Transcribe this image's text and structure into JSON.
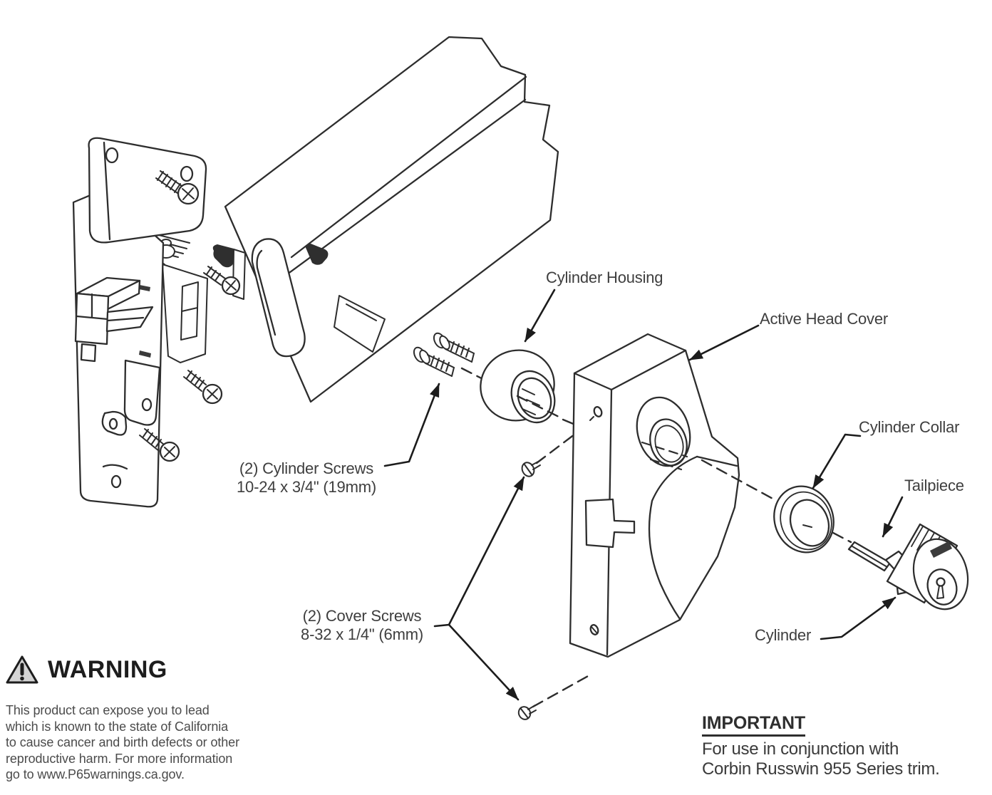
{
  "diagram": {
    "title": "Exit device cylinder exploded view",
    "labels": {
      "cylinder_housing": "Cylinder Housing",
      "active_head_cover": "Active Head Cover",
      "cylinder_collar": "Cylinder Collar",
      "tailpiece": "Tailpiece",
      "cylinder": "Cylinder",
      "cylinder_screws_line1": "(2) Cylinder Screws",
      "cylinder_screws_line2": "10-24 x 3/4\" (19mm)",
      "cover_screws_line1": "(2) Cover Screws",
      "cover_screws_line2": "8-32 x 1/4\" (6mm)"
    }
  },
  "warning": {
    "icon": "warning-triangle-icon",
    "title": "WARNING",
    "lines": [
      "This product can expose you to lead",
      "which is known to the state of California",
      "to cause cancer and birth defects or other",
      "reproductive harm. For more information",
      "go to www.P65warnings.ca.gov."
    ]
  },
  "important": {
    "title": "IMPORTANT",
    "lines": [
      "For use in conjunction with",
      "Corbin Russwin 955 Series trim."
    ]
  },
  "colors": {
    "line": "#2d2d2d",
    "label_text": "#3e3e3e",
    "warning_title": "#1d1d1d",
    "warning_body": "#4b4b4b",
    "warning_triangle_fill": "#d4d4d4"
  }
}
